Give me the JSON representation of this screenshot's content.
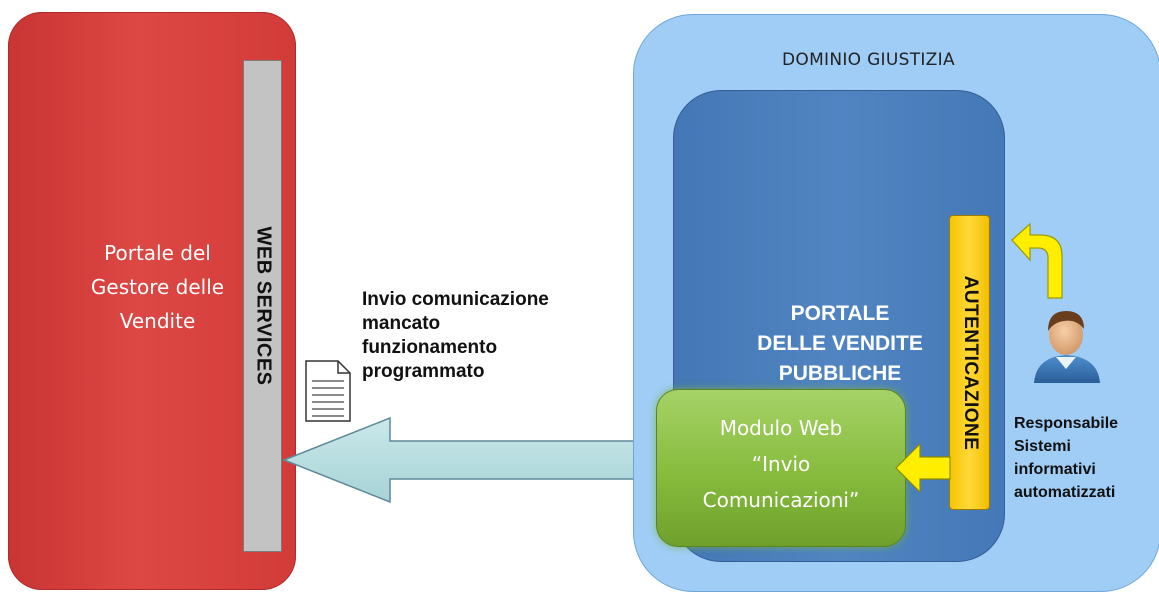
{
  "left_panel": {
    "title": "Portale del\nGestore delle\nVendite",
    "color": "#d63e3b",
    "web_services_label": "WEB SERVICES"
  },
  "message": {
    "text": "Invio comunicazione\nmancato\nfunzionamento\nprogrammato",
    "icon": "document-icon",
    "arrow_color": "#b5dde0"
  },
  "right_panel": {
    "domain_label": "DOMINIO GIUSTIZIA",
    "domain_color": "#9fcdf6",
    "portal_title": "PORTALE\nDELLE VENDITE\nPUBBLICHE",
    "portal_color": "#4a7fbd",
    "auth_label": "AUTENTICAZIONE",
    "auth_color": "#ffd200",
    "module_text": "Modulo Web\n“Invio\nComunicazioni”",
    "module_color": "#86bb3d",
    "actor_icon": "person-icon",
    "actor_text": "Responsabile\nSistemi\ninformativi\nautomatizzati"
  }
}
